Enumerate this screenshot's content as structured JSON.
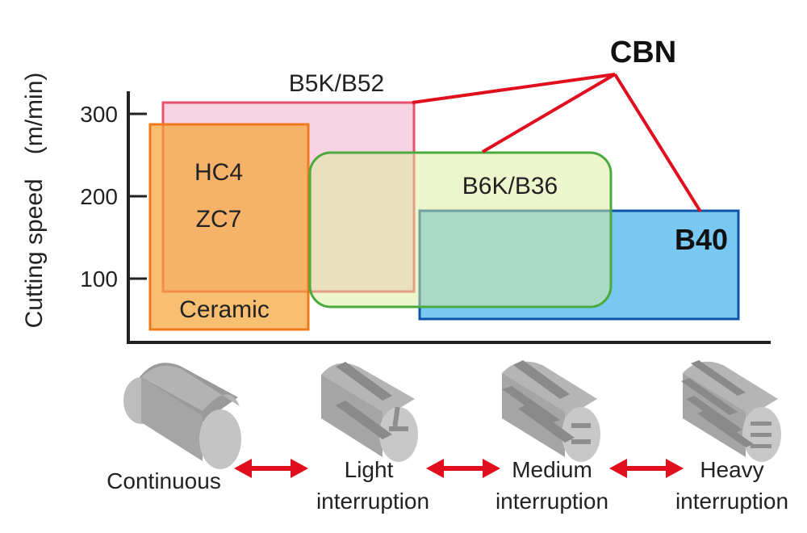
{
  "ylabel": "Cutting speed　(m/min)",
  "y_ticks": [
    "300",
    "200",
    "100"
  ],
  "y_tick_values": [
    300,
    200,
    100
  ],
  "group_label": "CBN",
  "regions": [
    {
      "label": "B5K/B52",
      "speed_min": 80,
      "speed_max": 315,
      "from": "Continuous",
      "to": "Light interruption",
      "color": "#e8506c"
    },
    {
      "label": "Ceramic",
      "speed_min": 35,
      "speed_max": 290,
      "from": "Continuous",
      "to": "Continuous",
      "color": "#ee7a1a"
    },
    {
      "label": "B6K/B36",
      "speed_min": 60,
      "speed_max": 255,
      "from": "Light interruption",
      "to": "Medium interruption",
      "color": "#4aaa3c"
    },
    {
      "label": "B40",
      "speed_min": 45,
      "speed_max": 180,
      "from": "Light interruption",
      "to": "Heavy interruption",
      "color": "#0a55a8"
    }
  ],
  "ceramic_grades": [
    "HC4",
    "ZC7"
  ],
  "categories": [
    {
      "lines": [
        "Continuous"
      ]
    },
    {
      "lines": [
        "Light",
        "interruption"
      ]
    },
    {
      "lines": [
        "Medium",
        "interruption"
      ]
    },
    {
      "lines": [
        "Heavy",
        "interruption"
      ]
    }
  ],
  "colors": {
    "arrow": "#e10e1e",
    "leader": "#e10e1e",
    "axis": "#222222",
    "workpiece": "#a3a3a3"
  }
}
